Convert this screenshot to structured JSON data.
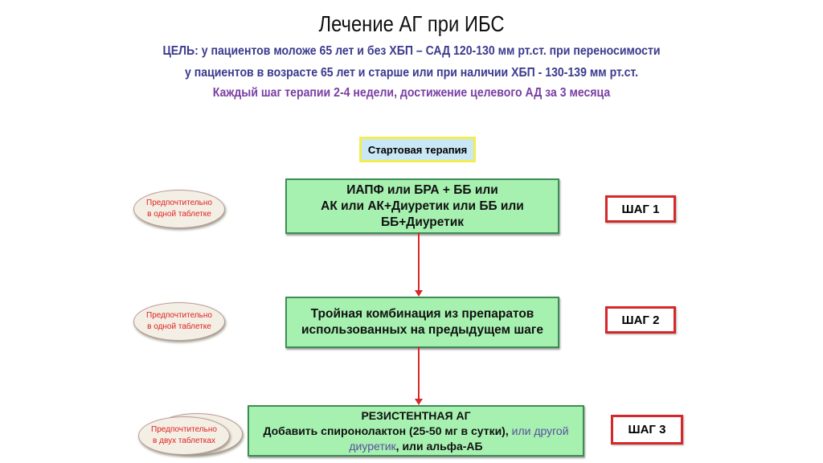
{
  "title": "Лечение АГ при ИБС",
  "subtitle": {
    "line1": "ЦЕЛЬ: у пациентов моложе 65 лет и без ХБП – САД 120-130 мм рт.ст. при переносимости",
    "line2": "у пациентов в возрасте 65 лет и старше или при наличии ХБП - 130-139 мм рт.ст.",
    "line3": "Каждый шаг терапии 2-4 недели, достижение целевого АД за 3 месяца"
  },
  "start_label": "Стартовая терапия",
  "steps": [
    {
      "label": "ШАГ 1",
      "lines": [
        "ИАПФ или БРА + ББ или",
        "АК или АК+Диуретик или ББ или",
        "ББ+Диуретик"
      ],
      "note": [
        "Предпочтительно",
        "в одной таблетке"
      ]
    },
    {
      "label": "ШАГ 2",
      "lines": [
        "Тройная комбинация из препаратов",
        "использованных на предыдущем шаге"
      ],
      "note": [
        "Предпочтительно",
        "в одной таблетке"
      ]
    },
    {
      "label": "ШАГ 3",
      "heading": "РЕЗИСТЕНТНАЯ АГ",
      "text_a": "Добавить спиронолактон (25-50 мг в сутки), ",
      "text_b": "или другой диуретик",
      "text_c": ", или альфа-АБ",
      "note": [
        "Предпочтительно",
        "в двух таблетках"
      ]
    }
  ],
  "colors": {
    "accent_red": "#d6282a",
    "box_green": "#a6f0b0",
    "subtitle_blue": "#3b3a8e",
    "subtitle_purple": "#7a3ea3"
  }
}
